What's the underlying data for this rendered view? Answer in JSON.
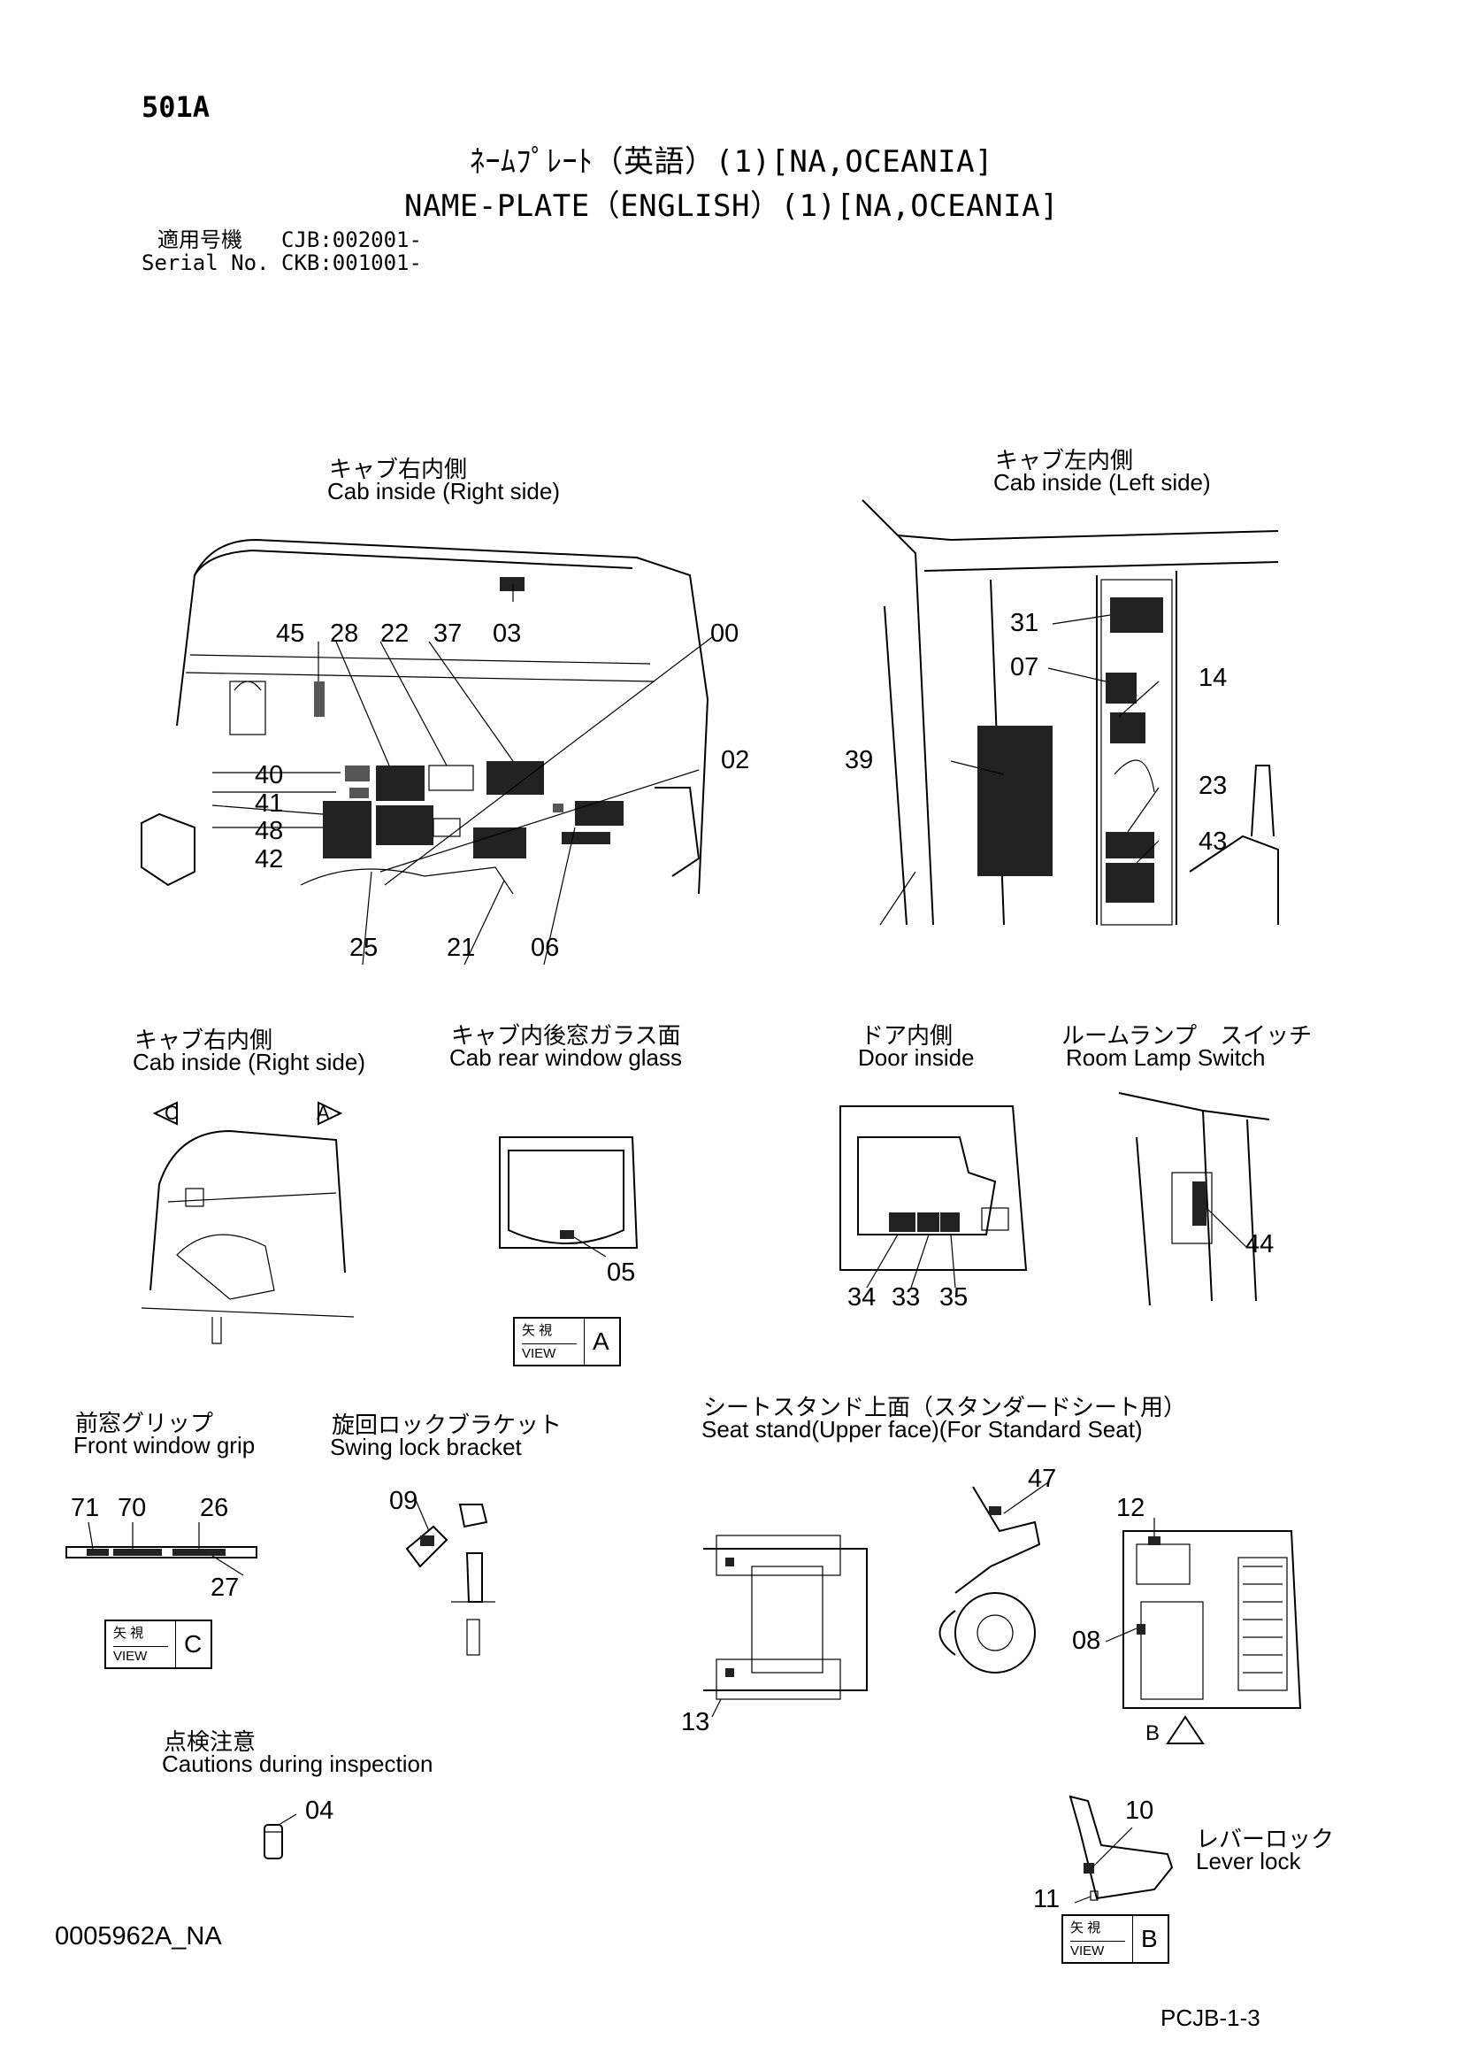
{
  "header": {
    "page_code": "501A",
    "title_jp": "ﾈｰﾑﾌﾟﾚｰﾄ（英語）(1)[NA,OCEANIA]",
    "title_en": "NAME-PLATE（ENGLISH）(1)[NA,OCEANIA]",
    "serial_jp_label": "適用号機",
    "serial_value_1": "CJB:002001-",
    "serial_en_label": "Serial No.",
    "serial_value_2": "CKB:001001-"
  },
  "sections": {
    "cab_right_top": {
      "jp": "キャブ右内側",
      "en": "Cab inside (Right side)"
    },
    "cab_left": {
      "jp": "キャブ左内側",
      "en": "Cab inside (Left side)"
    },
    "cab_right_view": {
      "jp": "キャブ右内側",
      "en": "Cab inside (Right side)"
    },
    "rear_glass": {
      "jp": "キャブ内後窓ガラス面",
      "en": "Cab rear window glass"
    },
    "door_inside": {
      "jp": "ドア内側",
      "en": "Door inside"
    },
    "room_lamp": {
      "jp": "ルームランプ　スイッチ",
      "en": "Room Lamp Switch"
    },
    "front_grip": {
      "jp": "前窓グリップ",
      "en": "Front window grip"
    },
    "swing_lock": {
      "jp": "旋回ロックブラケット",
      "en": "Swing lock bracket"
    },
    "seat_stand": {
      "jp": "シートスタンド上面（スタンダードシート用）",
      "en": "Seat stand(Upper face)(For Standard Seat)"
    },
    "inspection": {
      "jp": "点検注意",
      "en": "Cautions during inspection"
    },
    "lever_lock": {
      "jp": "レバーロック",
      "en": "Lever lock"
    }
  },
  "callouts": {
    "cab_right_top": [
      "45",
      "28",
      "22",
      "37",
      "03",
      "00",
      "02",
      "40",
      "41",
      "48",
      "42",
      "25",
      "21",
      "06"
    ],
    "cab_left": [
      "31",
      "07",
      "14",
      "39",
      "23",
      "43"
    ],
    "rear_glass": [
      "05"
    ],
    "door_inside": [
      "34",
      "33",
      "35"
    ],
    "room_lamp": [
      "44"
    ],
    "front_grip": [
      "71",
      "70",
      "26",
      "27"
    ],
    "swing_lock": [
      "09"
    ],
    "seat_stand": [
      "47",
      "12",
      "08",
      "13"
    ],
    "inspection": [
      "04"
    ],
    "lever_lock": [
      "10",
      "11"
    ]
  },
  "view_markers": {
    "arrow_c": "C",
    "arrow_a": "A",
    "arrow_b": "B",
    "view_jp": "矢 視",
    "view_en": "VIEW",
    "view_a_letter": "A",
    "view_c_letter": "C",
    "view_b_letter": "B"
  },
  "footer": {
    "drawing_id": "0005962A_NA",
    "page_ref": "PCJB-1-3"
  }
}
